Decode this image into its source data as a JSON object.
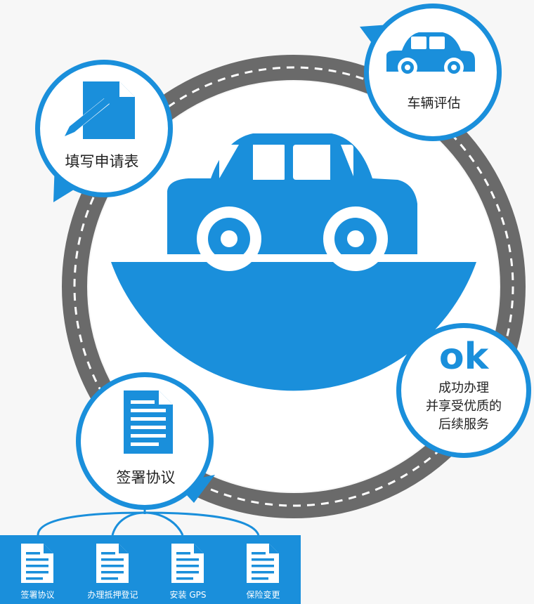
{
  "steps": {
    "fill_form": "填写申请表",
    "vehicle_eval": "车辆评估",
    "sign": "签署协议"
  },
  "success": {
    "badge": "ok",
    "line1": "成功办理",
    "line2": "并享受优质的",
    "line3": "后续服务"
  },
  "sub_steps": [
    "签署协议",
    "办理抵押登记",
    "安装 GPS",
    "保险变更"
  ],
  "colors": {
    "accent": "#1a8fdb",
    "road": "#6a6a6a",
    "background": "#f7f7f7"
  }
}
